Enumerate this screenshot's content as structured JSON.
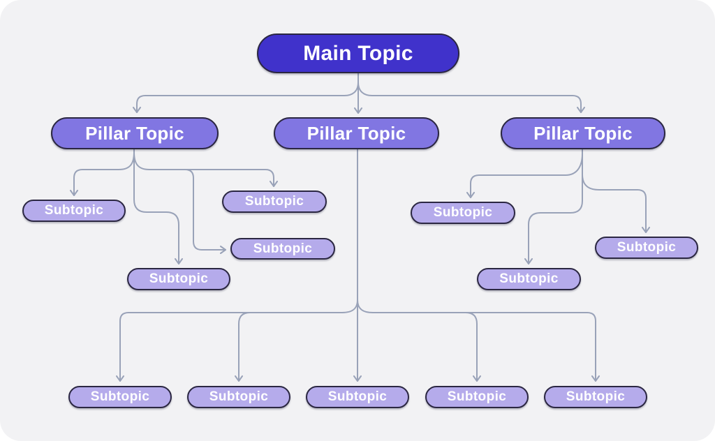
{
  "diagram": {
    "type": "mindmap-hierarchy",
    "colors": {
      "background": "#ffffff",
      "canvas": "#f2f2f4",
      "main_fill": "#4032cb",
      "pillar_fill": "#8176e2",
      "subtopic_fill": "#b5abeb",
      "node_border": "#2b2742",
      "node_text": "#ffffff",
      "connector": "#99a2b8"
    },
    "nodes": {
      "main": {
        "id": "main",
        "label": "Main Topic"
      },
      "pillars": [
        {
          "id": "pillar-left",
          "label": "Pillar Topic"
        },
        {
          "id": "pillar-center",
          "label": "Pillar Topic"
        },
        {
          "id": "pillar-right",
          "label": "Pillar Topic"
        }
      ],
      "subtopics": [
        {
          "id": "sub-left-1",
          "label": "Subtopic"
        },
        {
          "id": "sub-left-2",
          "label": "Subtopic"
        },
        {
          "id": "sub-left-3",
          "label": "Subtopic"
        },
        {
          "id": "sub-left-4",
          "label": "Subtopic"
        },
        {
          "id": "sub-right-1",
          "label": "Subtopic"
        },
        {
          "id": "sub-right-2",
          "label": "Subtopic"
        },
        {
          "id": "sub-right-3",
          "label": "Subtopic"
        },
        {
          "id": "sub-bottom-1",
          "label": "Subtopic"
        },
        {
          "id": "sub-bottom-2",
          "label": "Subtopic"
        },
        {
          "id": "sub-bottom-3",
          "label": "Subtopic"
        },
        {
          "id": "sub-bottom-4",
          "label": "Subtopic"
        },
        {
          "id": "sub-bottom-5",
          "label": "Subtopic"
        }
      ]
    },
    "edges": [
      {
        "from": "main",
        "to": "pillar-left"
      },
      {
        "from": "main",
        "to": "pillar-center"
      },
      {
        "from": "main",
        "to": "pillar-right"
      },
      {
        "from": "pillar-left",
        "to": "sub-left-1"
      },
      {
        "from": "pillar-left",
        "to": "sub-left-2"
      },
      {
        "from": "pillar-left",
        "to": "sub-left-3"
      },
      {
        "from": "pillar-left",
        "to": "sub-left-4"
      },
      {
        "from": "pillar-right",
        "to": "sub-right-1"
      },
      {
        "from": "pillar-right",
        "to": "sub-right-2"
      },
      {
        "from": "pillar-right",
        "to": "sub-right-3"
      },
      {
        "from": "pillar-center",
        "to": "sub-bottom-1"
      },
      {
        "from": "pillar-center",
        "to": "sub-bottom-2"
      },
      {
        "from": "pillar-center",
        "to": "sub-bottom-3"
      },
      {
        "from": "pillar-center",
        "to": "sub-bottom-4"
      },
      {
        "from": "pillar-center",
        "to": "sub-bottom-5"
      }
    ]
  }
}
